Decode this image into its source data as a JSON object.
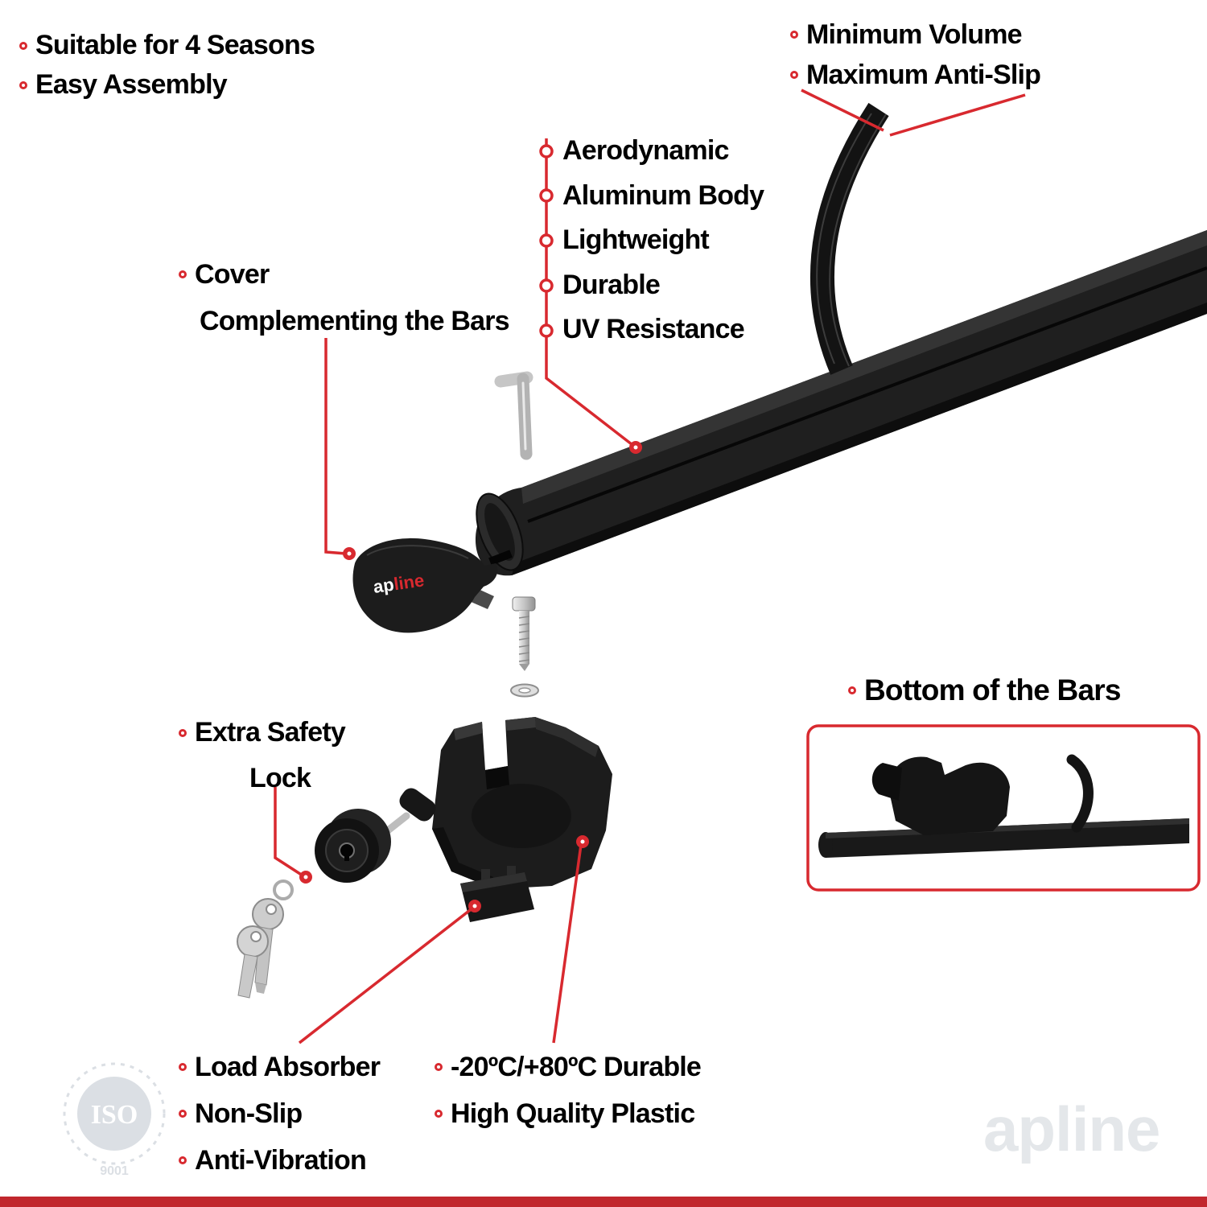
{
  "colors": {
    "accent": "#d8292f",
    "text": "#000000",
    "part_dark": "#1d1d1d",
    "metal": "#c0c0c0",
    "watermark": "#e4e7ea",
    "footer_bar": "#c1272d"
  },
  "top_left_list": {
    "items": [
      "Suitable for 4 Seasons",
      "Easy Assembly"
    ]
  },
  "top_right_list": {
    "items": [
      "Minimum Volume",
      "Maximum Anti-Slip"
    ]
  },
  "bar_feature_list": {
    "items": [
      "Aerodynamic",
      "Aluminum Body",
      "Lightweight",
      "Durable",
      "UV Resistance"
    ]
  },
  "cover_label": {
    "line1": "Cover",
    "line2": "Complementing the Bars"
  },
  "safety_lock_label": {
    "line1": "Extra Safety",
    "line2": "Lock"
  },
  "bottom_bars_label": "Bottom of the Bars",
  "bottom_left_list": {
    "items": [
      "Load Absorber",
      "Non-Slip",
      "Anti-Vibration"
    ]
  },
  "bottom_center_list": {
    "items": [
      "-20ºC/+80ºC Durable",
      "High Quality Plastic"
    ]
  },
  "brand_logo": {
    "ap": "ap",
    "line": "line"
  },
  "watermarks": {
    "iso": "ISO",
    "iso_code": "9001",
    "brand": "apline"
  }
}
